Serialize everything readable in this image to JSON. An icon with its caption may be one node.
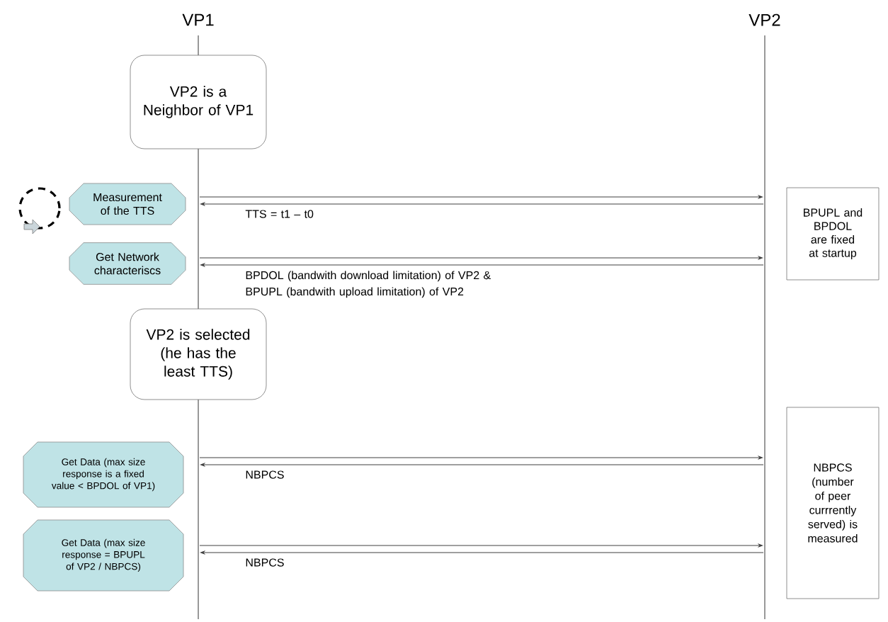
{
  "diagram": {
    "nodes": [
      {
        "text": [
          "VP1"
        ]
      },
      {
        "text": [
          "VP2"
        ]
      },
      {
        "text": [
          "VP2 is a Neighbor of VP1"
        ]
      },
      {
        "text": [
          "Measurement of the TTS"
        ]
      },
      {
        "text": [
          "Get Network characteriscs"
        ]
      },
      {
        "text": [
          "VP2 is selected (he has the least TTS)"
        ]
      },
      {
        "text": [
          "Get Data (max size response is a fixed value < BPDOL of VP1)"
        ]
      },
      {
        "text": [
          "Get Data (max size response = BPUPL of VP2 / NBPCS)"
        ]
      },
      {
        "text": [
          "BPUPL and BPDOL are fixed at startup"
        ]
      },
      {
        "text": [
          "NBPCS (number of peer currrently served) is measured"
        ]
      }
    ],
    "edges": [
      {
        "from": 0,
        "to": 1,
        "arrow": "to"
      },
      {
        "from": 1,
        "to": 0,
        "arrow": "to",
        "label": "TTS = t1 – t0"
      },
      {
        "from": 0,
        "to": 1,
        "arrow": "to"
      },
      {
        "from": 1,
        "to": 0,
        "arrow": "to",
        "label": "BPDOL (bandwith download limitation) of VP2 & BPUPL (bandwith upload limitation) of VP2"
      },
      {
        "from": 0,
        "to": 1,
        "arrow": "to"
      },
      {
        "from": 1,
        "to": 0,
        "arrow": "to",
        "label": "NBPCS"
      },
      {
        "from": 0,
        "to": 1,
        "arrow": "to"
      },
      {
        "from": 1,
        "to": 0,
        "arrow": "to",
        "label": "NBPCS"
      }
    ]
  }
}
